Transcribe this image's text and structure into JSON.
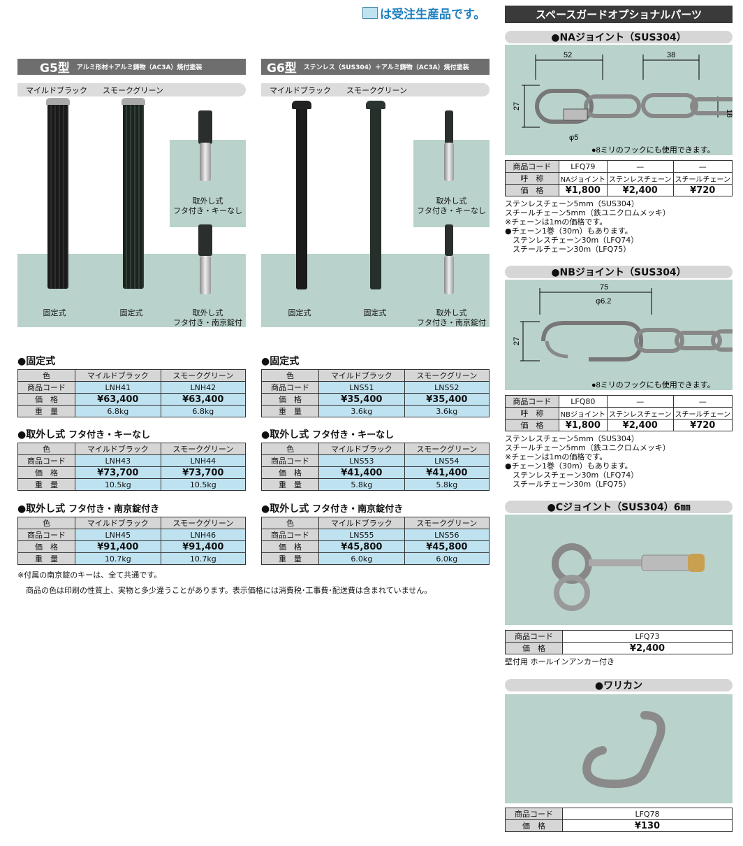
{
  "legend": {
    "text": "は受注生産品です。",
    "swatch_color": "#bfe2f0"
  },
  "g5": {
    "model": "G5型",
    "material": "アルミ形材＋アルミ鋳物（AC3A）焼付塗装",
    "colors": [
      "マイルドブラック",
      "スモークグリーン"
    ],
    "captions": {
      "fixed": "固定式",
      "removable_nokey_1": "取外し式",
      "removable_nokey_2": "フタ付き・キーなし",
      "removable_lock_1": "取外し式",
      "removable_lock_2": "フタ付き・南京錠付き"
    }
  },
  "g6": {
    "model": "G6型",
    "material": "ステンレス（SUS304）＋アルミ鋳物（AC3A）焼付塗装",
    "colors": [
      "マイルドブラック",
      "スモークグリーン"
    ],
    "captions": {
      "fixed": "固定式",
      "removable_nokey_1": "取外し式",
      "removable_nokey_2": "フタ付き・キーなし",
      "removable_lock_1": "取外し式",
      "removable_lock_2": "フタ付き・南京錠付き"
    }
  },
  "labels": {
    "color": "色",
    "code": "商品コード",
    "price": "価　格",
    "weight": "重　量",
    "nominal": "呼　称"
  },
  "sections": {
    "fixed": {
      "title": "●固定式",
      "sub": ""
    },
    "removable_nokey": {
      "title": "●取外し式",
      "sub": "フタ付き・キーなし"
    },
    "removable_lock": {
      "title": "●取外し式",
      "sub": "フタ付き・南京錠付き"
    }
  },
  "tables_left": {
    "fixed": {
      "cols": [
        "マイルドブラック",
        "スモークグリーン"
      ],
      "codes": [
        "LNH41",
        "LNH42"
      ],
      "prices": [
        "¥63,400",
        "¥63,400"
      ],
      "weights": [
        "6.8kg",
        "6.8kg"
      ]
    },
    "removable_nokey": {
      "cols": [
        "マイルドブラック",
        "スモークグリーン"
      ],
      "codes": [
        "LNH43",
        "LNH44"
      ],
      "prices": [
        "¥73,700",
        "¥73,700"
      ],
      "weights": [
        "10.5kg",
        "10.5kg"
      ]
    },
    "removable_lock": {
      "cols": [
        "マイルドブラック",
        "スモークグリーン"
      ],
      "codes": [
        "LNH45",
        "LNH46"
      ],
      "prices": [
        "¥91,400",
        "¥91,400"
      ],
      "weights": [
        "10.7kg",
        "10.7kg"
      ]
    }
  },
  "tables_right": {
    "fixed": {
      "cols": [
        "マイルドブラック",
        "スモークグリーン"
      ],
      "codes": [
        "LNS51",
        "LNS52"
      ],
      "prices": [
        "¥35,400",
        "¥35,400"
      ],
      "weights": [
        "3.6kg",
        "3.6kg"
      ]
    },
    "removable_nokey": {
      "cols": [
        "マイルドブラック",
        "スモークグリーン"
      ],
      "codes": [
        "LNS53",
        "LNS54"
      ],
      "prices": [
        "¥41,400",
        "¥41,400"
      ],
      "weights": [
        "5.8kg",
        "5.8kg"
      ]
    },
    "removable_lock": {
      "cols": [
        "マイルドブラック",
        "スモークグリーン"
      ],
      "codes": [
        "LNS55",
        "LNS56"
      ],
      "prices": [
        "¥45,800",
        "¥45,800"
      ],
      "weights": [
        "6.0kg",
        "6.0kg"
      ]
    }
  },
  "footnotes": {
    "key": "※付属の南京錠のキーは、全て共通です。",
    "color": "商品の色は印刷の性質上、実物と多少違うことがあります。表示価格には消費税･工事費･配送費は含まれていません。"
  },
  "options": {
    "title": "スペースガードオプショナルパーツ",
    "na": {
      "title": "●NAジョイント（SUS304）",
      "dims": [
        "52",
        "38",
        "27",
        "18",
        "φ5"
      ],
      "hook_note": "●8ミリのフックにも使用できます。",
      "codes": [
        "LFQ79",
        "—",
        "—"
      ],
      "names": [
        "NAジョイント",
        "ステンレスチェーン",
        "スチールチェーン"
      ],
      "prices": [
        "¥1,800",
        "¥2,400",
        "¥720"
      ],
      "notes": [
        "ステンレスチェーン5mm（SUS304）",
        "スチールチェーン5mm（鉄ユニクロムメッキ）",
        "※チェーンは1mの価格です。",
        "●チェーン1巻（30m）もあります。",
        "　ステンレスチェーン30m（LFQ74）",
        "　スチールチェーン30m（LFQ75）"
      ]
    },
    "nb": {
      "title": "●NBジョイント（SUS304）",
      "dims": [
        "75",
        "φ6.2",
        "27"
      ],
      "hook_note": "●8ミリのフックにも使用できます。",
      "codes": [
        "LFQ80",
        "—",
        "—"
      ],
      "names": [
        "NBジョイント",
        "ステンレスチェーン",
        "スチールチェーン"
      ],
      "prices": [
        "¥1,800",
        "¥2,400",
        "¥720"
      ],
      "notes": [
        "ステンレスチェーン5mm（SUS304）",
        "スチールチェーン5mm（鉄ユニクロムメッキ）",
        "※チェーンは1mの価格です。",
        "●チェーン1巻（30m）もあります。",
        "　ステンレスチェーン30m（LFQ74）",
        "　スチールチェーン30m（LFQ75）"
      ]
    },
    "c": {
      "title": "●Cジョイント（SUS304）6㎜",
      "code": "LFQ73",
      "price": "¥2,400",
      "note": "壁付用 ホールインアンカー付き"
    },
    "w": {
      "title": "●ワリカン",
      "code": "LFQ78",
      "price": "¥130"
    }
  }
}
